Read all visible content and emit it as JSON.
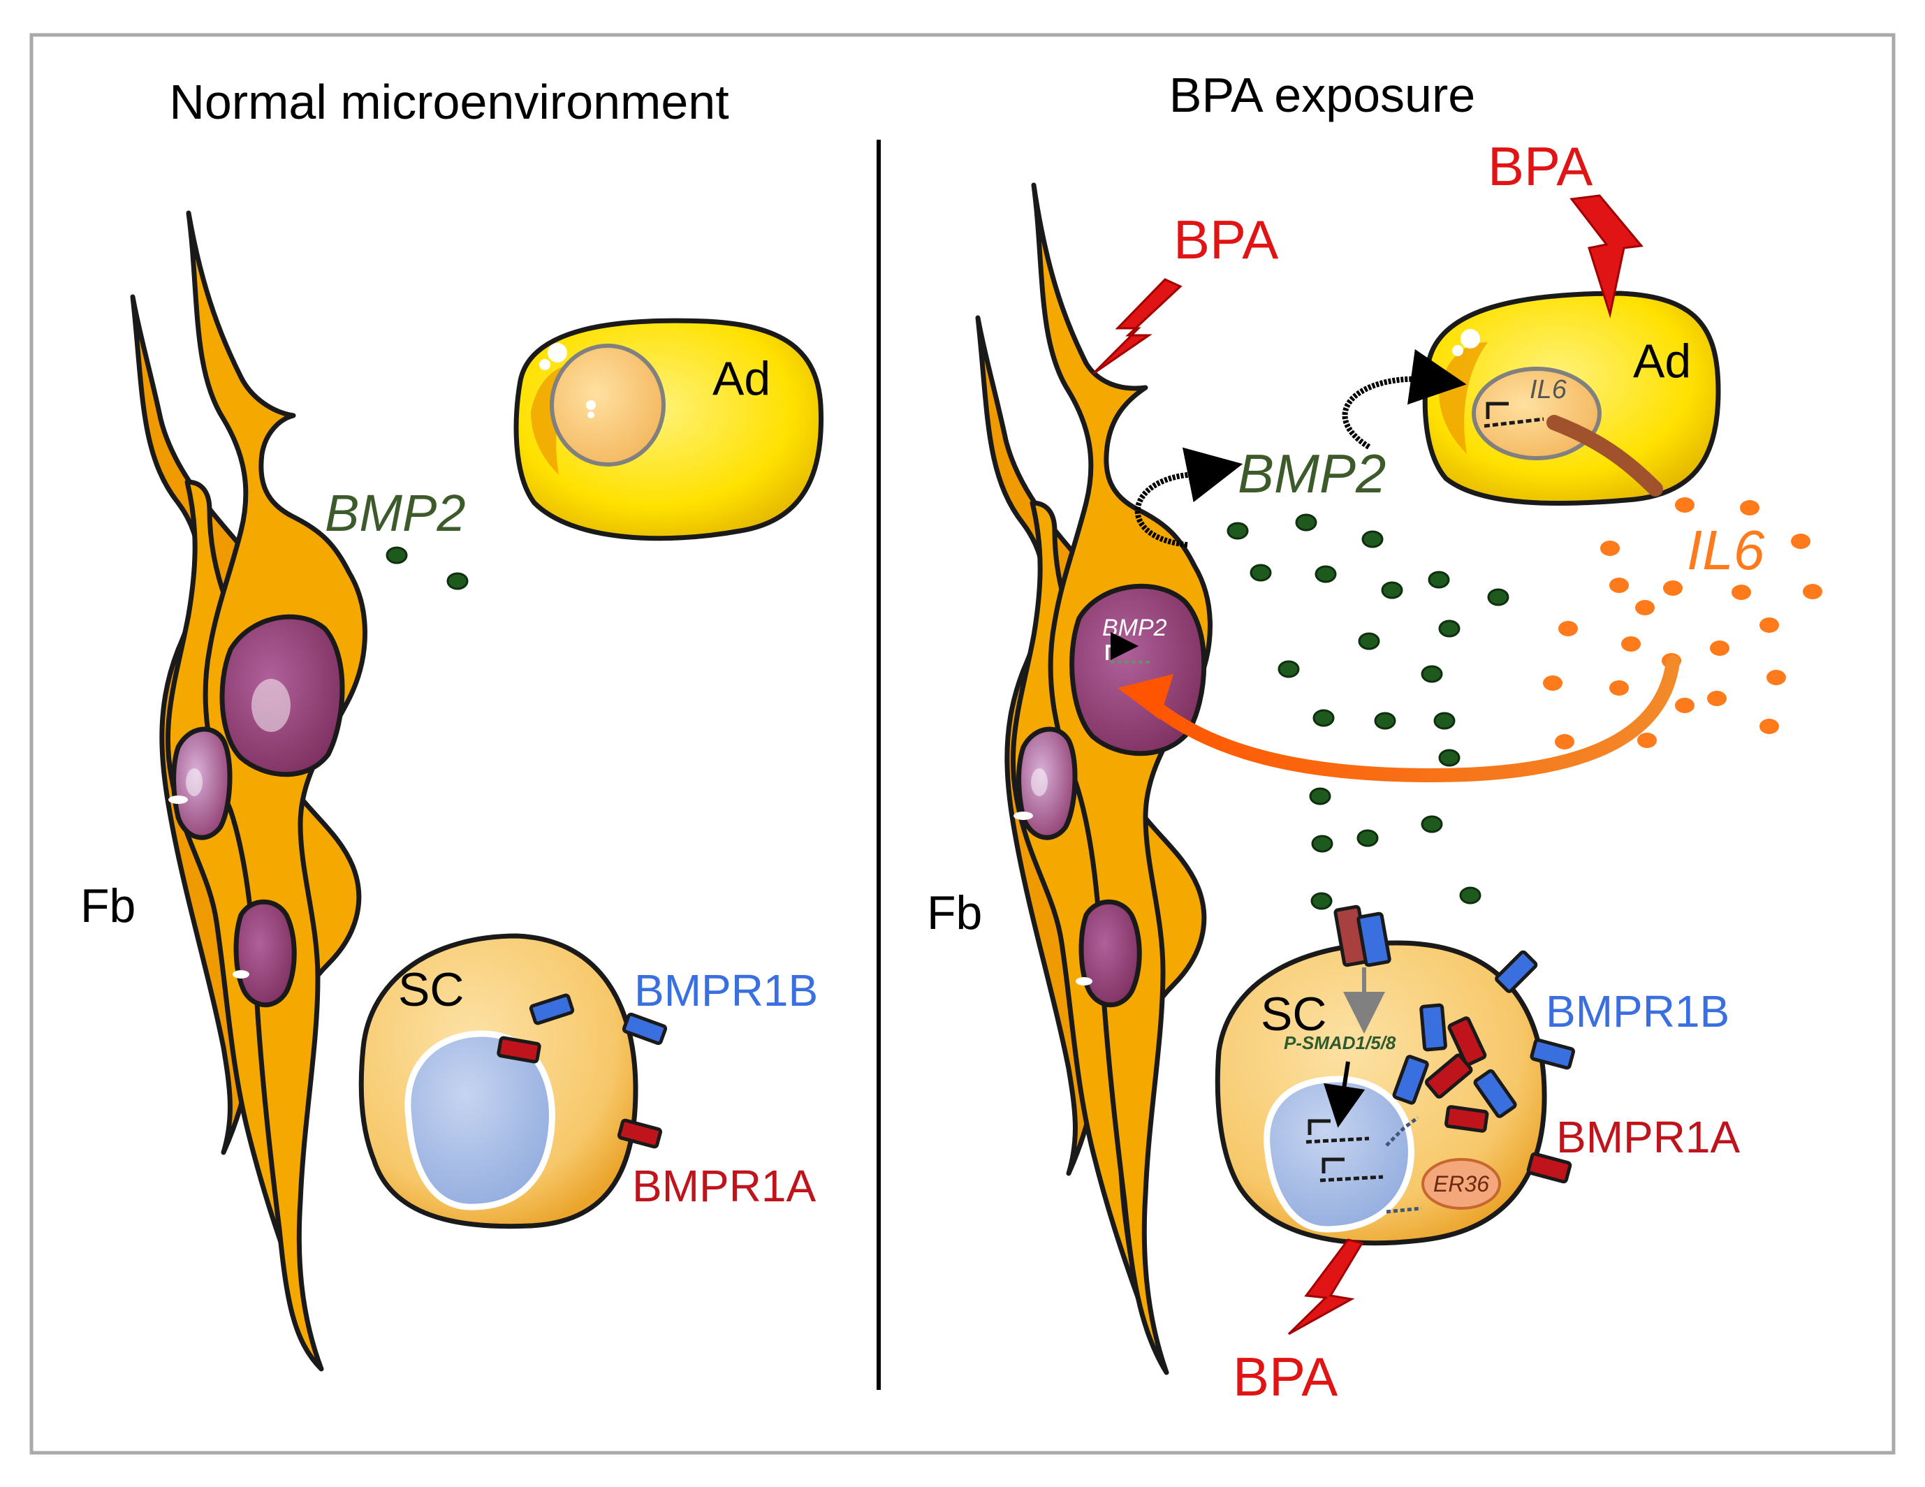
{
  "panels": {
    "left": {
      "title": "Normal microenvironment",
      "fb_label": "Fb",
      "ad_label": "Ad",
      "sc_label": "SC",
      "bmp2_label": "BMP2",
      "receptor_b": "BMPR1B",
      "receptor_a": "BMPR1A"
    },
    "right": {
      "title": "BPA exposure",
      "fb_label": "Fb",
      "ad_label": "Ad",
      "sc_label": "SC",
      "bmp2_label": "BMP2",
      "il6_label": "IL6",
      "receptor_b": "BMPR1B",
      "receptor_a": "BMPR1A",
      "bpa_fb": "BPA",
      "bpa_ad": "BPA",
      "bpa_sc": "BPA",
      "nucleus_gene_fb": "BMP2",
      "nucleus_gene_ad": "IL6",
      "psmad": "P-SMAD1/5/8",
      "er36": "ER36"
    }
  },
  "colors": {
    "fibroblast": "#F5A800",
    "fibroblast_nucleus": "#8E3A6E",
    "adipocyte": "#FFE100",
    "schwann_cell": "#F9D27C",
    "sc_nucleus": "#A9BDE3",
    "bmp2_dot": "#2E6B2E",
    "il6_dot": "#FF7A1A",
    "bpa": "#E01414",
    "receptor_b": "#3A6FE0",
    "receptor_a": "#C0141C",
    "bmp2_text": "#3C5A2A",
    "il6_text": "#FF7A1A",
    "arrow_orange": "#F26A0A"
  }
}
